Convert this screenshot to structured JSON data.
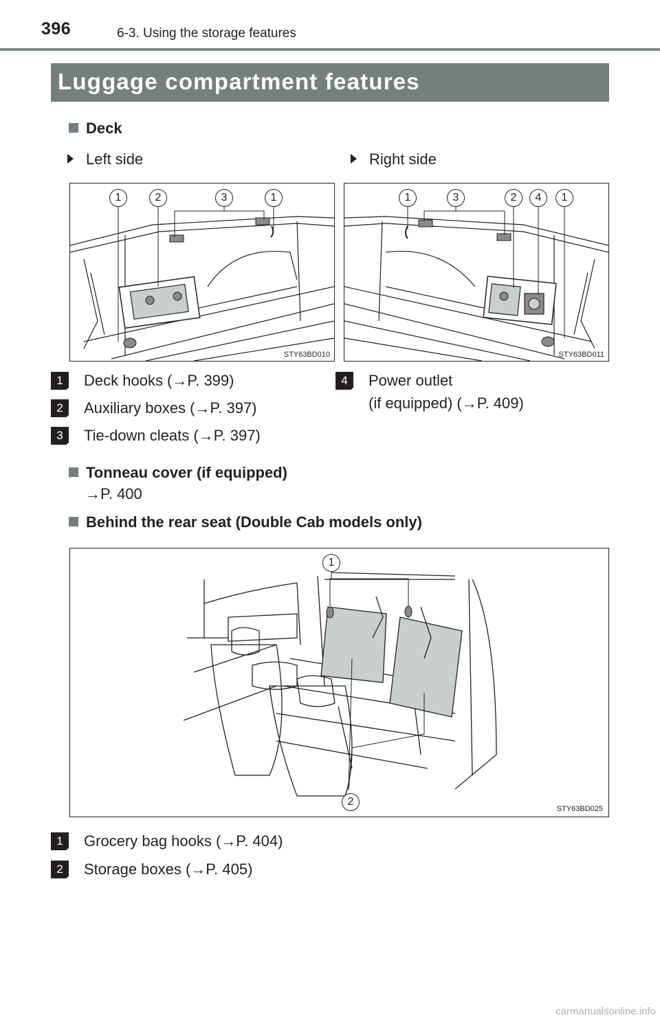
{
  "header": {
    "page_number": "396",
    "chapter": "6-3. Using the storage features"
  },
  "section_title": "Luggage compartment features",
  "deck": {
    "heading": "Deck",
    "left_label": "Left side",
    "right_label": "Right side",
    "left_figure_code": "STY63BD010",
    "right_figure_code": "STY63BD011",
    "left_callouts": [
      "1",
      "2",
      "3",
      "1"
    ],
    "right_callouts": [
      "1",
      "3",
      "2",
      "4",
      "1"
    ],
    "items": [
      {
        "num": "1",
        "text": "Deck hooks (→P. 399)"
      },
      {
        "num": "2",
        "text": "Auxiliary boxes (→P. 397)"
      },
      {
        "num": "3",
        "text": "Tie-down cleats (→P. 397)"
      }
    ],
    "item4": {
      "num": "4",
      "line1": "Power outlet",
      "line2": "(if equipped) (→P. 409)"
    }
  },
  "tonneau": {
    "heading": "Tonneau cover (if equipped)",
    "ref": "→P. 400"
  },
  "rear_seat": {
    "heading": "Behind the rear seat (Double Cab models only)",
    "figure_code": "STY63BD025",
    "callouts": [
      "1",
      "2"
    ],
    "items": [
      {
        "num": "1",
        "text": "Grocery bag hooks (→P. 404)"
      },
      {
        "num": "2",
        "text": "Storage boxes (→P. 405)"
      }
    ]
  },
  "watermark": "carmanualsonline.info"
}
